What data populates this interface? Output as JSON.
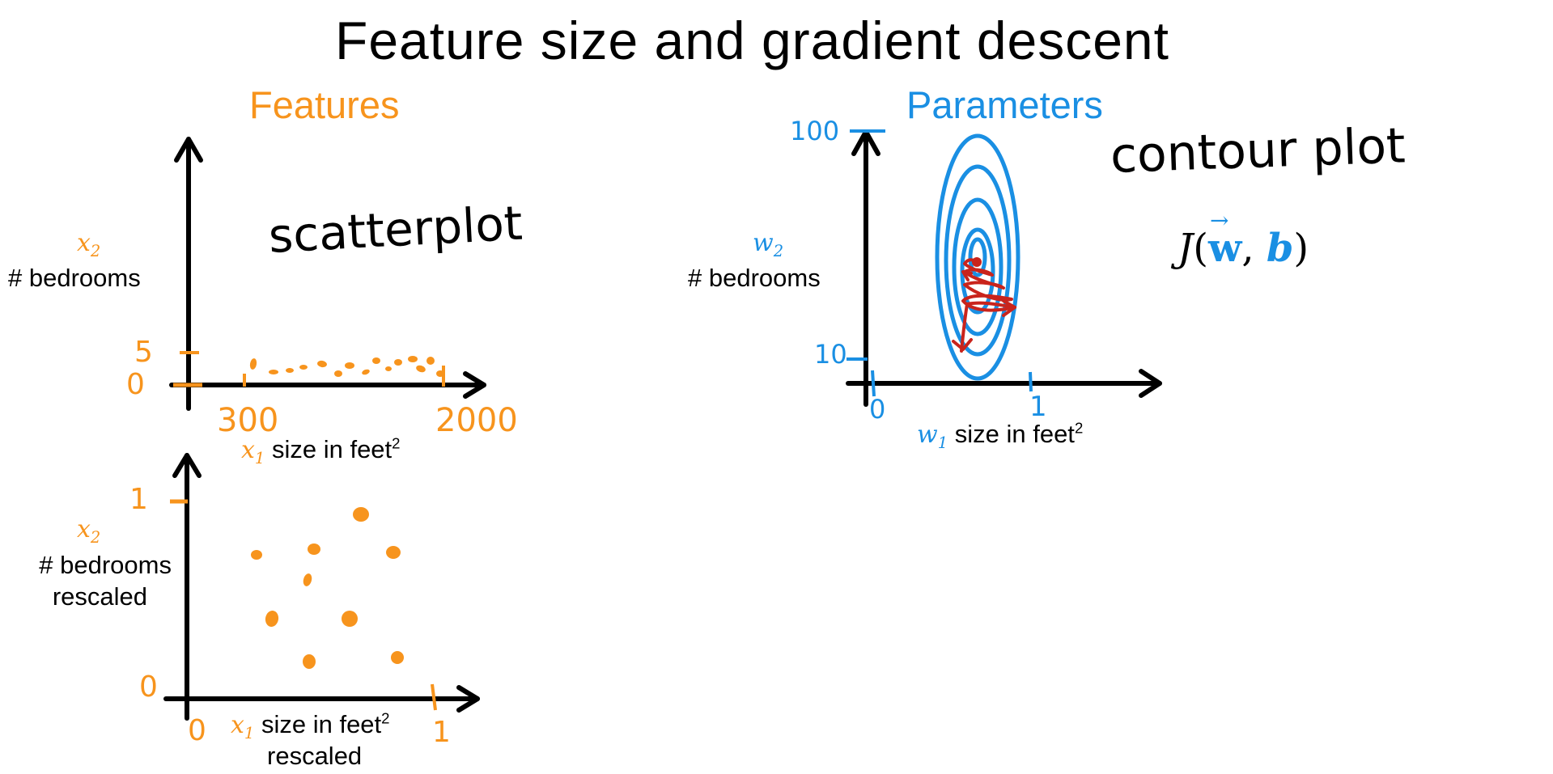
{
  "title": "Feature size and gradient descent",
  "colors": {
    "orange": "#F7941D",
    "blue": "#1A8FE3",
    "red": "#C9241C",
    "black": "#000000"
  },
  "features": {
    "heading": "Features",
    "top_plot": {
      "annotation": "scatterplot",
      "y_var": "x",
      "y_var_sub": "2",
      "y_label": "# bedrooms",
      "x_var": "x",
      "x_var_sub": "1",
      "x_label": "size in feet",
      "x_label_sup": "2",
      "y_ticks": [
        "5",
        "0"
      ],
      "x_ticks": [
        "300",
        "2000"
      ]
    },
    "bottom_plot": {
      "y_var": "x",
      "y_var_sub": "2",
      "y_label_line1": "# bedrooms",
      "y_label_line2": "rescaled",
      "x_var": "x",
      "x_var_sub": "1",
      "x_label": "size in feet",
      "x_label_sup": "2",
      "x_label_line2": "rescaled",
      "y_ticks": [
        "1",
        "0"
      ],
      "x_ticks": [
        "0",
        "1"
      ]
    }
  },
  "parameters": {
    "heading": "Parameters",
    "annotation": "contour plot",
    "y_var": "w",
    "y_var_sub": "2",
    "y_label": "# bedrooms",
    "x_var": "w",
    "x_var_sub": "1",
    "x_label": "size in feet",
    "x_label_sup": "2",
    "y_ticks": [
      "100",
      "10"
    ],
    "x_ticks": [
      "0",
      "1"
    ],
    "cost_fn": "J",
    "cost_w": "w",
    "cost_b": "b"
  }
}
